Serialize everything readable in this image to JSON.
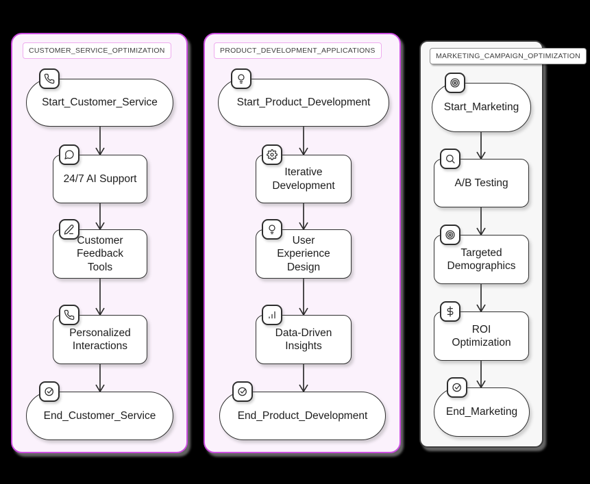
{
  "diagram": {
    "type": "flowchart",
    "canvas_bg": "#000000",
    "colors": {
      "pink_accent": "#cb4de0",
      "pink_panel_bg": "#fbf2fc",
      "gray_accent": "#3d3d3d",
      "gray_panel_bg": "#f7f7f7",
      "node_border": "#2e2e2e",
      "node_bg": "#ffffff",
      "arrow": "#2c2c2c"
    },
    "sections": [
      {
        "title": "CUSTOMER_SERVICE_OPTIMIZATION",
        "nodes": [
          {
            "label": "Start_Customer_Service",
            "shape": "stadium",
            "icon": "phone"
          },
          {
            "label": "24/7 AI Support",
            "shape": "rect",
            "icon": "chat-bubble"
          },
          {
            "label": "Customer\nFeedback\nTools",
            "shape": "rect",
            "icon": "pencil"
          },
          {
            "label": "Personalized\nInteractions",
            "shape": "rect",
            "icon": "phone"
          },
          {
            "label": "End_Customer_Service",
            "shape": "stadium",
            "icon": "check-circle"
          }
        ]
      },
      {
        "title": "PRODUCT_DEVELOPMENT_APPLICATIONS",
        "nodes": [
          {
            "label": "Start_Product_Development",
            "shape": "stadium",
            "icon": "lightbulb"
          },
          {
            "label": "Iterative\nDevelopment",
            "shape": "rect",
            "icon": "gear"
          },
          {
            "label": "User\nExperience\nDesign",
            "shape": "rect",
            "icon": "lightbulb"
          },
          {
            "label": "Data-Driven\nInsights",
            "shape": "rect",
            "icon": "bar-chart"
          },
          {
            "label": "End_Product_Development",
            "shape": "stadium",
            "icon": "check-circle"
          }
        ]
      },
      {
        "title": "MARKETING_CAMPAIGN_OPTIMIZATION",
        "nodes": [
          {
            "label": "Start_Marketing",
            "shape": "stadium",
            "icon": "target"
          },
          {
            "label": "A/B Testing",
            "shape": "rect",
            "icon": "magnifier"
          },
          {
            "label": "Targeted\nDemographics",
            "shape": "rect",
            "icon": "target"
          },
          {
            "label": "ROI\nOptimization",
            "shape": "rect",
            "icon": "dollar"
          },
          {
            "label": "End_Marketing",
            "shape": "stadium",
            "icon": "check-circle"
          }
        ]
      }
    ]
  }
}
